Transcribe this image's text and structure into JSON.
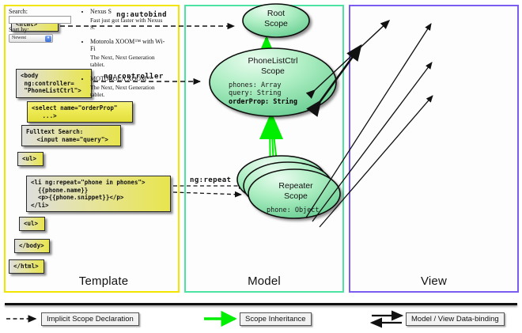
{
  "panels": {
    "template": {
      "label": "Template",
      "border_color": "#f2e600"
    },
    "model": {
      "label": "Model",
      "border_color": "#4de3a2"
    },
    "view": {
      "label": "View",
      "border_color": "#7b5cf0"
    }
  },
  "template_code": [
    {
      "id": "html-open",
      "text": "<html>"
    },
    {
      "id": "body-open",
      "text": "<body\n ng:controller=\n \"PhoneListCtrl\">"
    },
    {
      "id": "select",
      "text": "<select name=\"orderProp\"\n   ...>"
    },
    {
      "id": "fulltext",
      "text": "Fulltext Search:\n   <input name=\"query\">"
    },
    {
      "id": "ul-open",
      "text": "<ul>"
    },
    {
      "id": "li-repeat",
      "text": "<li ng:repeat=\"phone in phones\">\n  {{phone.name}}\n  <p>{{phone.snippet}}</p>\n</li>"
    },
    {
      "id": "ul-close",
      "text": "<ul>"
    },
    {
      "id": "body-close",
      "text": "</body>"
    },
    {
      "id": "html-close",
      "text": "</html>"
    }
  ],
  "connector_labels": {
    "autobind": "ng:autobind",
    "controller": "ng:controller",
    "repeat": "ng:repeat"
  },
  "model_scopes": [
    {
      "id": "root",
      "title_line1": "Root",
      "title_line2": "Scope",
      "props": []
    },
    {
      "id": "ctrl",
      "title_line1": "PhoneListCtrl",
      "title_line2": "Scope",
      "props": [
        {
          "text": "phones: Array",
          "bold": false
        },
        {
          "text": "query: String",
          "bold": false
        },
        {
          "text": "orderProp: String",
          "bold": true
        }
      ]
    },
    {
      "id": "repeater",
      "title_line1": "Repeater",
      "title_line2": "Scope",
      "props": [
        {
          "text": "phone: Object",
          "bold": false
        }
      ]
    }
  ],
  "view": {
    "search_label": "Search:",
    "search_value": "",
    "sort_label": "Sort by:",
    "sort_selected": "Newest",
    "phones": [
      {
        "name": "Nexus S",
        "snippet": "Fast just got faster with Nexus S."
      },
      {
        "name": "Motorola XOOM™  with Wi-Fi",
        "snippet": "The Next, Next Generation tablet."
      },
      {
        "name": "MOTOROLA XOOM™",
        "snippet": "The Next, Next Generation tablet."
      }
    ]
  },
  "legend": [
    {
      "id": "implicit",
      "label": "Implicit Scope Declaration",
      "style": "dashed-black"
    },
    {
      "id": "inheritance",
      "label": "Scope Inheritance",
      "style": "solid-green",
      "color": "#00ee00"
    },
    {
      "id": "databinding",
      "label": "Model / View Data-binding",
      "style": "double-black"
    }
  ]
}
